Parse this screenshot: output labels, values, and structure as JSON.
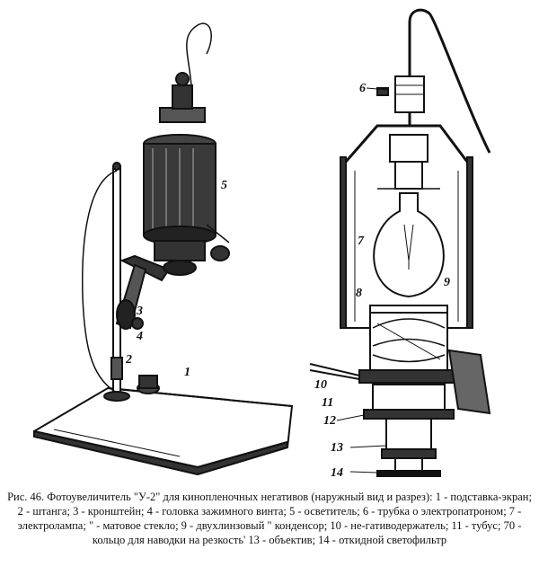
{
  "figure": {
    "labels": {
      "l1": "1",
      "l2": "2",
      "l3": "3",
      "l4": "4",
      "l5": "5",
      "l6": "6",
      "l7": "7",
      "l8": "8",
      "l9": "9",
      "l10": "10",
      "l11": "11",
      "l12": "12",
      "l13": "13",
      "l14": "14"
    }
  },
  "caption": "Рис. 46. Фотоувеличитель \"У-2\" для кинопленочных негативов (наружный вид и разрез): 1 - подставка-экран; 2 - штанга; 3 - кронштейн; 4 - головка зажимного винта; 5 - осветитель; 6 - трубка о электропатроном; 7 - электролампа; \" - матовое стекло; 9 - двухлинзовый \" конденсор; 10 - не-гативодержатель; 11 - тубус; 70 - кольцо для наводки на резкость' 13 - объектив; 14 - откидной светофильтр"
}
